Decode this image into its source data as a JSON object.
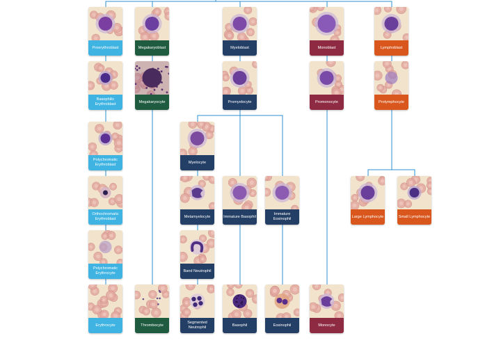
{
  "colors": {
    "erythroid": "#3fb4e3",
    "megakaryocytic": "#1f5c3f",
    "granulocytic": "#243f66",
    "monocytic": "#8e2b42",
    "lymphoid": "#d9561c",
    "connector": "#2b8fd0"
  },
  "cells": {
    "proerythroblast": {
      "label": "Proerythroblast",
      "lineage": "erythroid"
    },
    "basophilic_erythroblast": {
      "label": "Basophilic Erythroblast",
      "lineage": "erythroid"
    },
    "polychromatic_erythroblast": {
      "label": "Polychromatic Erythroblast",
      "lineage": "erythroid"
    },
    "orthochromatic_erythroblast": {
      "label": "Orthochromatic Erythroblast",
      "lineage": "erythroid"
    },
    "polychromatic_erythrocyte": {
      "label": "Polychromatic Erythrocyte",
      "lineage": "erythroid"
    },
    "erythrocyte": {
      "label": "Erythrocyte",
      "lineage": "erythroid"
    },
    "megakaryoblast": {
      "label": "Megakaryoblast",
      "lineage": "megakaryocytic"
    },
    "megakaryocyte": {
      "label": "Megakaryocyte",
      "lineage": "megakaryocytic"
    },
    "thrombocyte": {
      "label": "Thrombocyte",
      "lineage": "megakaryocytic"
    },
    "myeloblast": {
      "label": "Myeloblast",
      "lineage": "granulocytic"
    },
    "promyelocyte": {
      "label": "Promyelocyte",
      "lineage": "granulocytic"
    },
    "myelocyte": {
      "label": "Myelocyte",
      "lineage": "granulocytic"
    },
    "metamyelocyte": {
      "label": "Metamyelocyte",
      "lineage": "granulocytic"
    },
    "band_neutrophil": {
      "label": "Band Neutrophil",
      "lineage": "granulocytic"
    },
    "segmented_neutrophil": {
      "label": "Segmented Neutrophil",
      "lineage": "granulocytic"
    },
    "immature_basophil": {
      "label": "Immature Basophil",
      "lineage": "granulocytic"
    },
    "basophil": {
      "label": "Basophil",
      "lineage": "granulocytic"
    },
    "immature_eosinophil": {
      "label": "Immature Eosinophil",
      "lineage": "granulocytic"
    },
    "eosinophil": {
      "label": "Eosinophil",
      "lineage": "granulocytic"
    },
    "monoblast": {
      "label": "Monoblast",
      "lineage": "monocytic"
    },
    "promonocyte": {
      "label": "Promonocyte",
      "lineage": "monocytic"
    },
    "monocyte": {
      "label": "Monocyte",
      "lineage": "monocytic"
    },
    "lymphoblast": {
      "label": "Lymphoblast",
      "lineage": "lymphoid"
    },
    "prolymphocyte": {
      "label": "Prolymphocyte",
      "lineage": "lymphoid"
    },
    "large_lymphocyte": {
      "label": "Large Lymphocyte",
      "lineage": "lymphoid"
    },
    "small_lymphocyte": {
      "label": "Small Lymphocyte",
      "lineage": "lymphoid"
    }
  }
}
